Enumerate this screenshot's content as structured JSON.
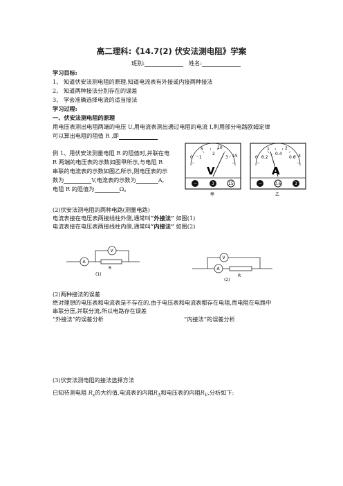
{
  "header": {
    "title": "高二理科:《14.7(2) 伏安法测电阻》学案",
    "class_label": "班别:",
    "name_label": "姓名:"
  },
  "objectives": {
    "heading": "学习目标:",
    "items": [
      "1、 知道伏安法测电阻的原理,知道电流表有外接或内接两种接法",
      "2、 知道两种接法分别存在的误差",
      "3、 学会准确选择电流的适当接法"
    ]
  },
  "process": {
    "heading": "学习过程:",
    "sec1_heading": "一、伏安法测电阻的原理",
    "sec1_line1": "用电压表测出电阻两端的电压 U,用电流表测出通过电阻的电流 I,利用部分电路欧姆定律",
    "sec1_line2_a": "可以算出电阻的阻值 R ,即",
    "example_lines": [
      "例 1、用伏安法测量电阻 R 的阻值时,并联在电",
      "R 两端的电压表的示数如图甲所示,与电阻 R",
      "串联的电流表的示数如图乙所示,则电压表的示"
    ],
    "example_l4_a": "数为",
    "example_l4_b": "V,电流表的示数为",
    "example_l4_c": "A,",
    "example_l5_a": "电阻 R 的阻值为",
    "example_l5_b": "Ω。",
    "sec2_heading": "(2)伏安法测电阻的两种电路(测量电路)",
    "sec2_line1_a": "电流表接在电压表两接线柱外侧,通常叫",
    "sec2_line1_b": "“外接法”",
    "sec2_line1_c": " 如图(1)",
    "sec2_line2_a": "电流表接在电压表两接线柱内侧,通常叫",
    "sec2_line2_b": "“内接法”",
    "sec2_line2_c": " 如图(2)",
    "err_heading": "(2)两种接法的误差",
    "err_line1": "绝对理想的电压表和电流表是不存在的,由于电压表和电流表都存在电阻,而电阻在电路中",
    "err_line2": "串联分压,并联分流,所以电路存在误差",
    "outer_analysis": "“外接法”的误差分析",
    "inner_analysis": "“内接法”的误差分析",
    "sec3_heading": "(3)伏安法测电阻的接法选择方法",
    "sec3_line_a": "已知待测电阻",
    "sec3_line_b": "的大约值,电流表的内阻",
    "sec3_line_c": "和电压表的内阻",
    "sec3_line_d": ",分析如下:",
    "sym_R": "R",
    "sub_x": "x",
    "sub_A": "A",
    "sub_V": "V"
  },
  "meters": {
    "voltmeter": {
      "letter": "V",
      "scale": [
        "0",
        "5",
        "10",
        "15"
      ],
      "scale_inner": [
        "1",
        "2",
        "3"
      ],
      "terminals": [
        "−",
        "3",
        "15"
      ],
      "caption": "甲"
    },
    "ammeter": {
      "letter": "A",
      "scale": [
        "0",
        "1",
        "2",
        "3"
      ],
      "scale_inner": [
        "0.2",
        "0.4",
        "0.6"
      ],
      "terminals": [
        "−",
        "0.6",
        "3"
      ],
      "caption": "乙"
    }
  },
  "circuits": {
    "fig1": {
      "voltmeter": "V",
      "ammeter": "A",
      "resistor": "R",
      "caption": "(1)"
    },
    "fig2": {
      "voltmeter": "V",
      "ammeter": "A",
      "resistor": "R",
      "caption": "(2)"
    }
  }
}
